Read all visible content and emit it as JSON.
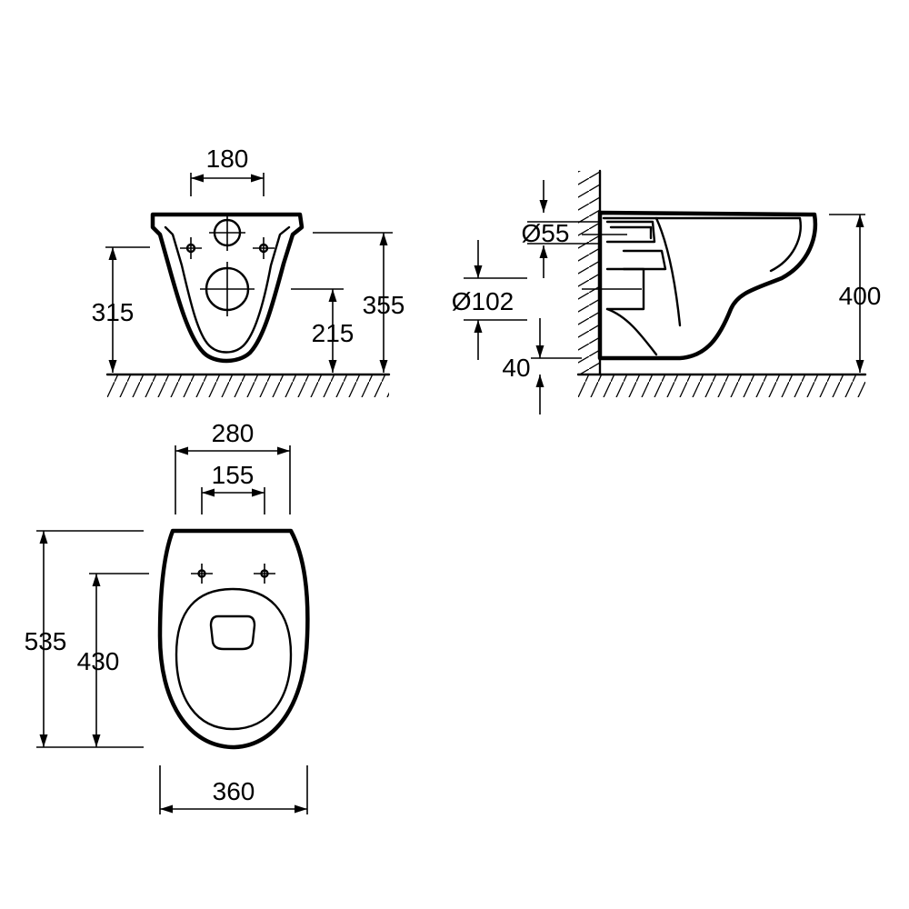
{
  "front_view": {
    "width_mounting": "180",
    "height_left": "315",
    "height_waste": "215",
    "height_total": "355"
  },
  "side_view": {
    "inlet_diameter": "Ø55",
    "outlet_diameter": "Ø102",
    "floor_gap": "40",
    "height_rim": "400"
  },
  "top_view": {
    "width_outer_holes": "280",
    "width_seat_holes": "155",
    "length_total": "535",
    "length_to_holes": "430",
    "width_total": "360"
  },
  "colors": {
    "line": "#000000",
    "background": "#ffffff"
  }
}
